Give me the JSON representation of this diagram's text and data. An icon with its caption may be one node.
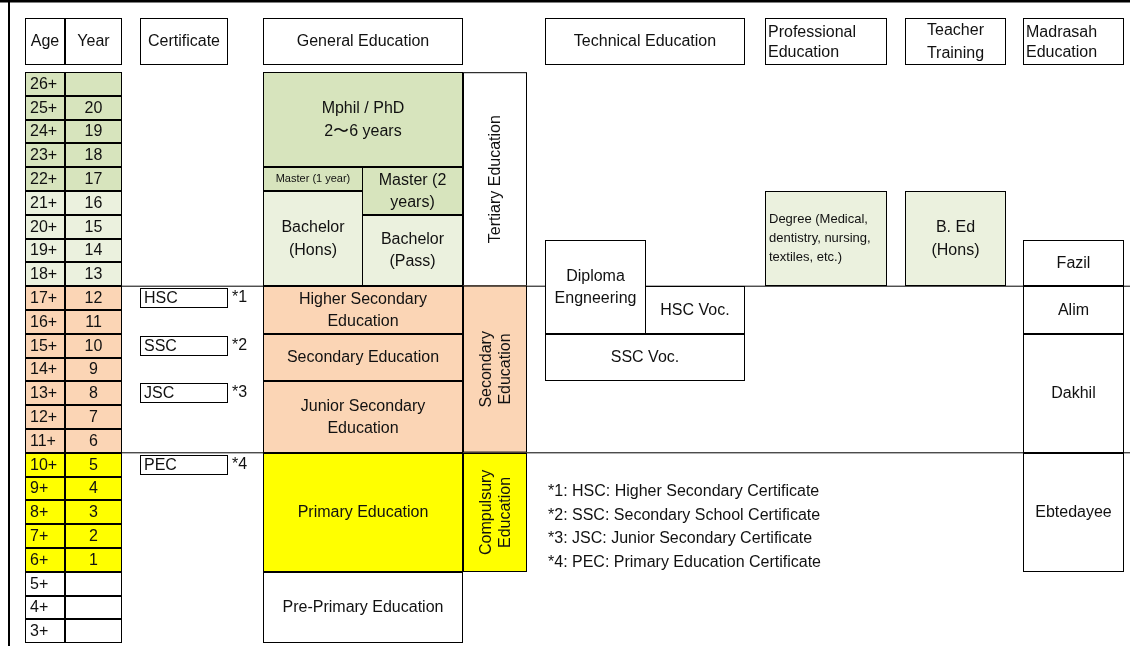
{
  "diagram": {
    "nodes": [
      {
        "text": [
          "Certificate"
        ]
      },
      {
        "text": [
          "General Education"
        ]
      },
      {
        "text": [
          "Technical Education"
        ]
      },
      {
        "text": [
          "Professional Education"
        ]
      },
      {
        "text": [
          "Teacher Training"
        ]
      },
      {
        "text": [
          "Madrasah Education"
        ]
      },
      {
        "text": [
          "Mphil / PhD 2〜6 years"
        ]
      },
      {
        "text": [
          "Master (1 year)"
        ]
      },
      {
        "text": [
          "Master (2 years)"
        ]
      },
      {
        "text": [
          "Bachelor (Hons)"
        ]
      },
      {
        "text": [
          "Bachelor (Pass)"
        ]
      },
      {
        "text": [
          "Tertiary Education"
        ]
      },
      {
        "text": [
          "Higher Secondary Education"
        ]
      },
      {
        "text": [
          "Secondary Education"
        ]
      },
      {
        "text": [
          "Junior Secondary Education"
        ]
      },
      {
        "text": [
          "Secondary Education"
        ]
      },
      {
        "text": [
          "Primary Education"
        ]
      },
      {
        "text": [
          "Compulsury Education"
        ]
      },
      {
        "text": [
          "Pre-Primary Education"
        ]
      },
      {
        "text": [
          "HSC"
        ],
        "beside": [
          "*1"
        ]
      },
      {
        "text": [
          "SSC"
        ],
        "beside": [
          "*2"
        ]
      },
      {
        "text": [
          "JSC"
        ],
        "beside": [
          "*3"
        ]
      },
      {
        "text": [
          "PEC"
        ],
        "beside": [
          "*4"
        ]
      },
      {
        "text": [
          "Diploma Engneering"
        ]
      },
      {
        "text": [
          "HSC Voc."
        ]
      },
      {
        "text": [
          "SSC Voc."
        ]
      },
      {
        "text": [
          "Degree (Medical, dentistry, nursing, textiles, etc.)"
        ]
      },
      {
        "text": [
          "B. Ed (Hons)"
        ]
      },
      {
        "text": [
          "Fazil"
        ]
      },
      {
        "text": [
          "Alim"
        ]
      },
      {
        "text": [
          "Dakhil"
        ]
      },
      {
        "text": [
          "Ebtedayee"
        ]
      }
    ],
    "labels": [
      "Age",
      "Year",
      "26+",
      "25+",
      "20",
      "24+",
      "19",
      "23+",
      "18",
      "22+",
      "17",
      "21+",
      "16",
      "20+",
      "15",
      "19+",
      "14",
      "18+",
      "13",
      "17+",
      "12",
      "16+",
      "11",
      "15+",
      "10",
      "14+",
      "9",
      "13+",
      "8",
      "12+",
      "7",
      "11+",
      "6",
      "10+",
      "5",
      "9+",
      "4",
      "8+",
      "3",
      "7+",
      "2",
      "6+",
      "1",
      "5+",
      "4+",
      "3+",
      "*1: HSC: Higher Secondary Certificate",
      "*2: SSC: Secondary School Certificate",
      "*3: JSC: Junior Secondary Certificate",
      "*4: PEC: Primary Education Certificate"
    ]
  }
}
